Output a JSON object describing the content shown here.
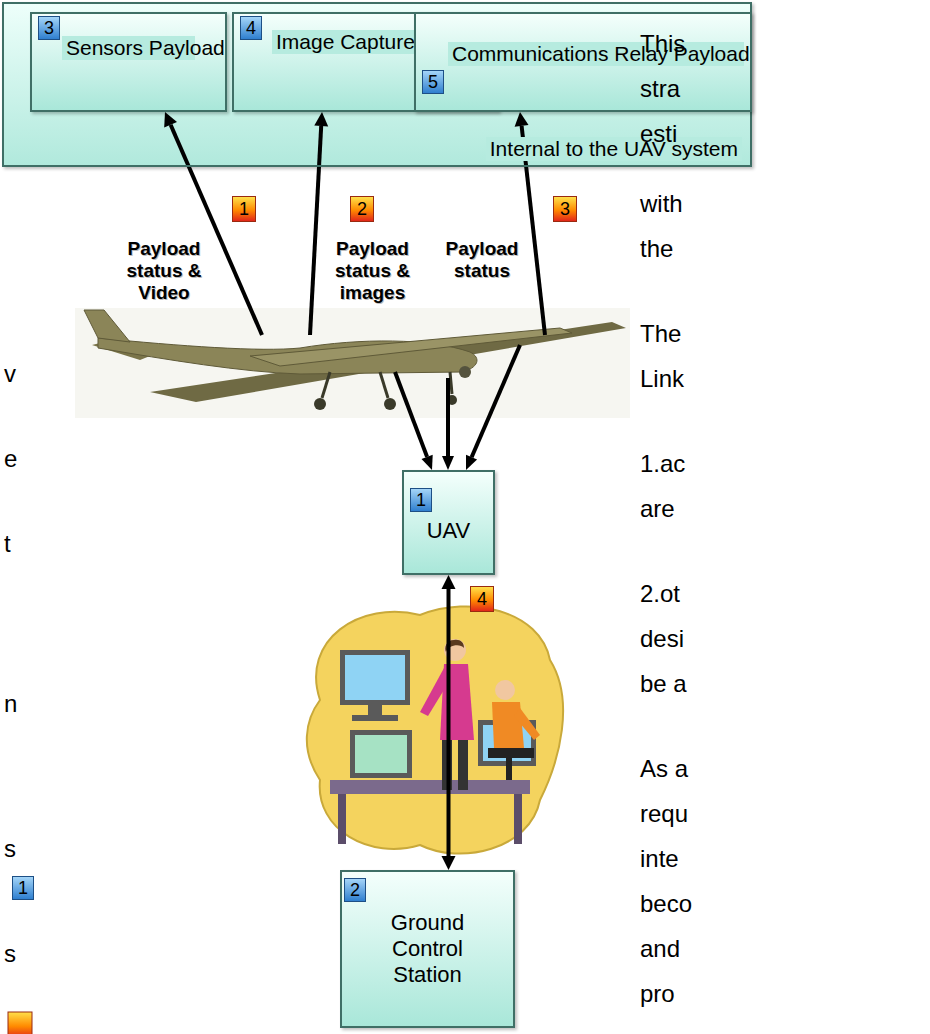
{
  "diagram": {
    "nodes": [
      {
        "text": [
          "Internal to the UAV system"
        ]
      },
      {
        "text": [
          "Sensors Payload"
        ],
        "in": 0
      },
      {
        "text": [
          "Image Capture Payload"
        ],
        "in": 0
      },
      {
        "text": [
          "Communications Relay Payload"
        ],
        "in": 0
      },
      {
        "text": [
          "UAV"
        ]
      },
      {
        "text": [
          "Ground Control Station"
        ]
      }
    ],
    "edges": [
      {
        "from": 4,
        "to": 5,
        "arrow": "both"
      }
    ],
    "labels": [
      "3",
      "4",
      "5",
      "1",
      "2",
      "3",
      "Payload status & Video",
      "Payload status & images",
      "Payload status",
      "1",
      "4",
      "2",
      "v",
      "e",
      "t",
      "n",
      "s",
      "1",
      "s",
      "This",
      "stra",
      "esti",
      "with",
      "the",
      "The",
      "Link",
      "1.ac",
      "are",
      "2.ot",
      "desi",
      "be a",
      "As a",
      "requ",
      "inte",
      "beco",
      "and",
      "pro"
    ]
  }
}
